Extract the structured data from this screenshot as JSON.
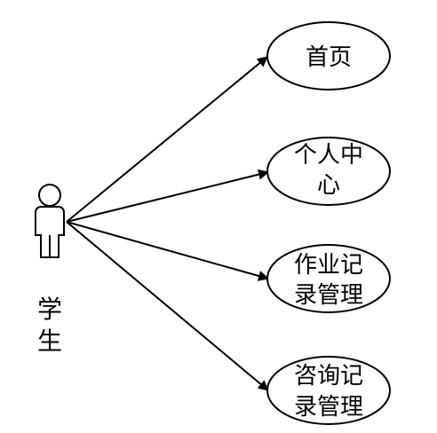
{
  "actor": {
    "name_line1": "学",
    "name_line2": "生"
  },
  "use_cases": [
    {
      "line1": "首页",
      "line2": ""
    },
    {
      "line1": "个人中",
      "line2": "心"
    },
    {
      "line1": "作业记",
      "line2": "录管理"
    },
    {
      "line1": "咨询记",
      "line2": "录管理"
    }
  ],
  "colors": {
    "stroke": "#000000",
    "fill": "#ffffff"
  }
}
